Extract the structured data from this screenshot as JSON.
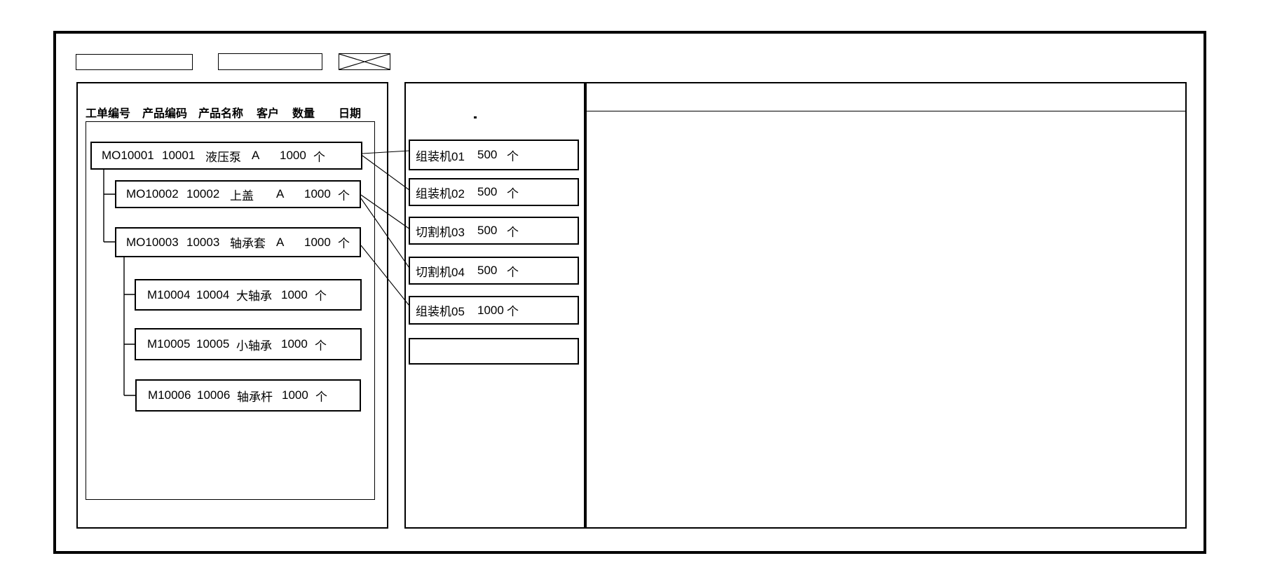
{
  "toolbar": {
    "field_1_value": "",
    "field_2_value": ""
  },
  "left_panel": {
    "headers": [
      "工单编号",
      "产品编码",
      "产品名称",
      "客户",
      "数量",
      "日期"
    ],
    "work_orders": [
      {
        "order_no": "MO10001",
        "product_code": "10001",
        "product_name": "液压泵",
        "customer": "A",
        "quantity": "1000",
        "unit": "个"
      },
      {
        "order_no": "MO10002",
        "product_code": "10002",
        "product_name": "上盖",
        "customer": "A",
        "quantity": "1000",
        "unit": "个"
      },
      {
        "order_no": "MO10003",
        "product_code": "10003",
        "product_name": "轴承套",
        "customer": "A",
        "quantity": "1000",
        "unit": "个"
      },
      {
        "order_no": "M10004",
        "product_code": "10004",
        "product_name": "大轴承",
        "customer": "",
        "quantity": "1000",
        "unit": "个"
      },
      {
        "order_no": "M10005",
        "product_code": "10005",
        "product_name": "小轴承",
        "customer": "",
        "quantity": "1000",
        "unit": "个"
      },
      {
        "order_no": "M10006",
        "product_code": "10006",
        "product_name": "轴承杆",
        "customer": "",
        "quantity": "1000",
        "unit": "个"
      }
    ]
  },
  "middle_panel": {
    "machines": [
      {
        "name": "组装机01",
        "quantity": "500",
        "unit": "个"
      },
      {
        "name": "组装机02",
        "quantity": "500",
        "unit": "个"
      },
      {
        "name": "切割机03",
        "quantity": "500",
        "unit": "个"
      },
      {
        "name": "切割机04",
        "quantity": "500",
        "unit": "个"
      },
      {
        "name": "组装机05",
        "quantity": "1000",
        "unit": "个"
      }
    ],
    "empty_slot_value": ""
  },
  "right_panel": {
    "header_value": ""
  },
  "connections": [
    {
      "from": "MO10001",
      "to": "组装机01"
    },
    {
      "from": "MO10001",
      "to": "组装机02"
    },
    {
      "from": "MO10002",
      "to": "切割机03"
    },
    {
      "from": "MO10002",
      "to": "切割机04"
    },
    {
      "from": "MO10003",
      "to": "组装机05"
    }
  ],
  "colors": {
    "line": "#000000",
    "background": "#ffffff"
  }
}
